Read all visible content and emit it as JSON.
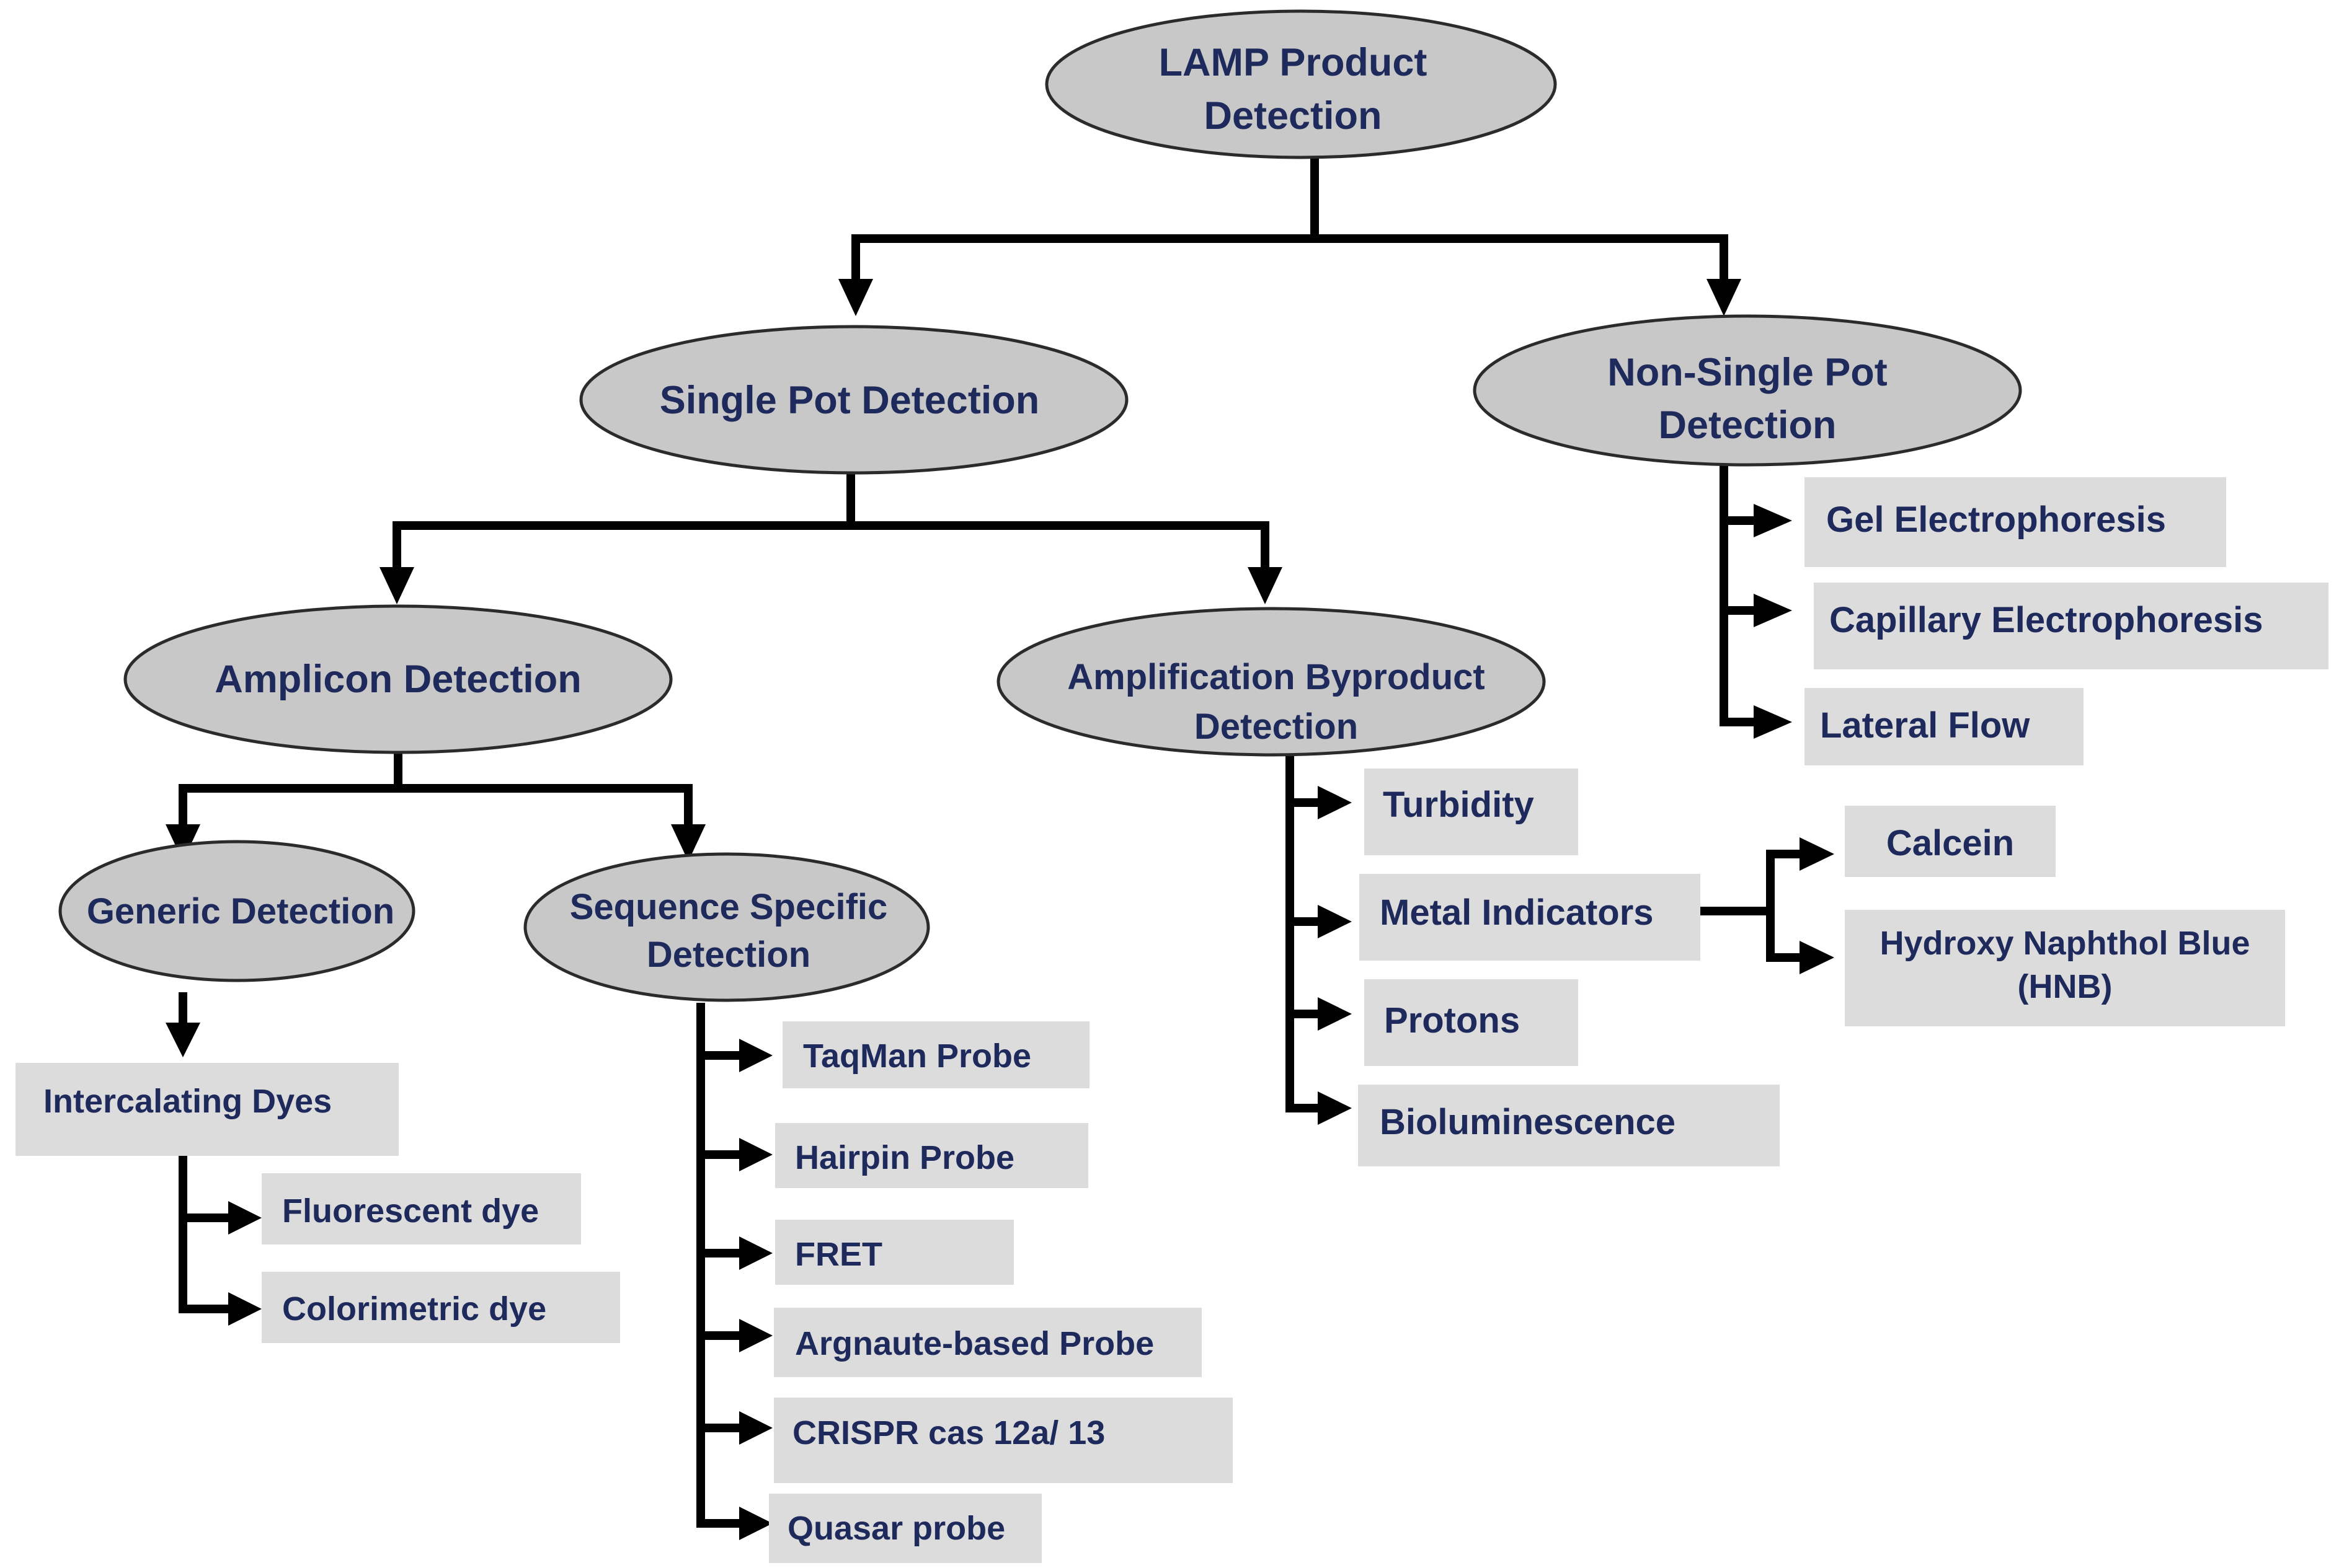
{
  "root": {
    "line1": "LAMP Product",
    "line2": "Detection"
  },
  "single_pot": {
    "label": "Single Pot Detection"
  },
  "non_single_pot": {
    "line1": "Non-Single Pot",
    "line2": "Detection",
    "items": [
      "Gel Electrophoresis",
      "Capillary  Electrophoresis",
      "Lateral Flow"
    ]
  },
  "amplicon": {
    "label": "Amplicon Detection"
  },
  "byproduct": {
    "line1": "Amplification Byproduct",
    "line2": "Detection",
    "items": [
      "Turbidity",
      "Metal Indicators",
      "Protons",
      "Bioluminescence"
    ]
  },
  "metal_indicators": {
    "calcein": "Calcein",
    "hnb_line1": "Hydroxy Naphthol Blue",
    "hnb_line2": "(HNB)"
  },
  "generic": {
    "label": "Generic Detection"
  },
  "intercalating": {
    "label": "Intercalating Dyes",
    "items": [
      "Fluorescent dye",
      "Colorimetric  dye"
    ]
  },
  "sequence_specific": {
    "line1": "Sequence Specific",
    "line2": "Detection",
    "items": [
      "TaqMan Probe",
      "Hairpin Probe",
      "FRET",
      "Argnaute-based Probe",
      "CRISPR cas 12a/ 13",
      "Quasar probe"
    ]
  }
}
